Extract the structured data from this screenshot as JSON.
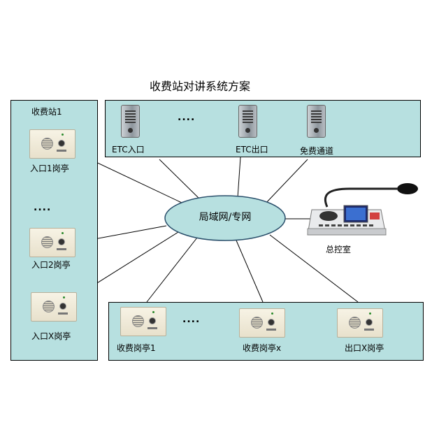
{
  "title": "收费站对讲系统方案",
  "station_panel": {
    "label": "收费站1",
    "devices": [
      {
        "label": "入口1岗亭",
        "icon": "wall-intercom-icon"
      },
      {
        "label": "入口2岗亭",
        "icon": "wall-intercom-icon"
      },
      {
        "label": "入口X岗亭",
        "icon": "wall-intercom-icon"
      }
    ],
    "ellipsis": "...."
  },
  "top_panel": {
    "devices": [
      {
        "label": "ETC入口",
        "icon": "pole-intercom-icon"
      },
      {
        "label": "ETC出口",
        "icon": "pole-intercom-icon"
      },
      {
        "label": "免费通道",
        "icon": "pole-intercom-icon"
      }
    ],
    "ellipsis": "...."
  },
  "bottom_panel": {
    "devices": [
      {
        "label": "收费岗亭1",
        "icon": "wall-intercom-icon"
      },
      {
        "label": "收费岗亭x",
        "icon": "wall-intercom-icon"
      },
      {
        "label": "出口X岗亭",
        "icon": "wall-intercom-icon"
      }
    ],
    "ellipsis": "...."
  },
  "network": {
    "label": "局域网/专网"
  },
  "control_room": {
    "label": "总控室",
    "icon": "console-microphone-icon"
  },
  "colors": {
    "panel_fill": "#b7e0e0",
    "network_fill": "#b7e0e0",
    "line": "#000000"
  }
}
